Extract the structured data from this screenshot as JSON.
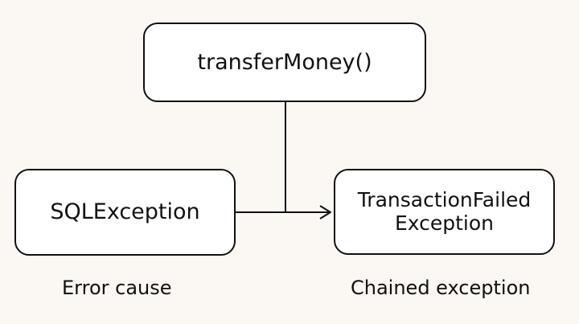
{
  "diagram": {
    "nodes": {
      "method": {
        "label": "transferMoney()"
      },
      "cause": {
        "label": "SQLException"
      },
      "wrapper": {
        "label": "TransactionFailed Exception"
      }
    },
    "captions": {
      "left": "Error cause",
      "right": "Chained exception"
    },
    "edges": [
      {
        "from": "transferMoney()",
        "to": "TransactionFailed Exception",
        "style": "line-join"
      },
      {
        "from": "SQLException",
        "to": "TransactionFailed Exception",
        "style": "arrow"
      }
    ]
  }
}
